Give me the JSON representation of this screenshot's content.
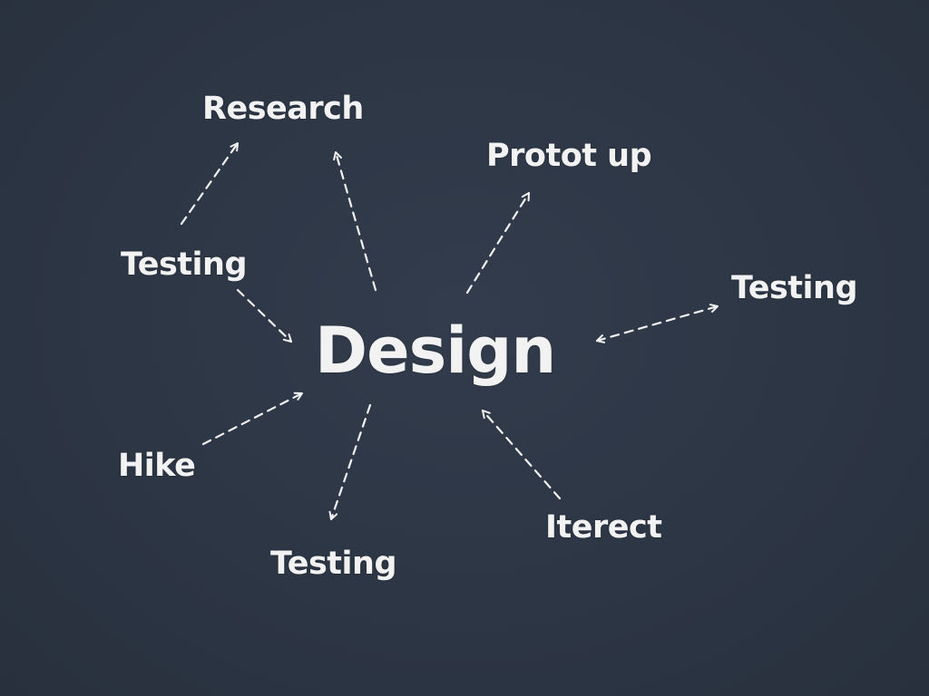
{
  "diagram": {
    "background": "#2d3645",
    "text_color": "#f2f2f2",
    "arrow_color": "#f2f2f2",
    "center": {
      "label": "Design"
    },
    "nodes": [
      {
        "id": "research",
        "label": "Research"
      },
      {
        "id": "prototype",
        "label": "Protot up"
      },
      {
        "id": "testing-left",
        "label": "Testing"
      },
      {
        "id": "testing-right",
        "label": "Testing"
      },
      {
        "id": "hike",
        "label": "Hike"
      },
      {
        "id": "testing-bottom",
        "label": "Testing"
      },
      {
        "id": "iterect",
        "label": "Iterect"
      }
    ],
    "edges": [
      {
        "from": "testing-left",
        "to": "research",
        "style": "dashed",
        "direction": "forward"
      },
      {
        "from": "design",
        "to": "research",
        "style": "dashed",
        "direction": "forward"
      },
      {
        "from": "design",
        "to": "prototype",
        "style": "dashed",
        "direction": "forward"
      },
      {
        "from": "testing-left",
        "to": "design",
        "style": "dashed",
        "direction": "forward"
      },
      {
        "from": "design",
        "to": "testing-right",
        "style": "dashed",
        "direction": "both"
      },
      {
        "from": "hike",
        "to": "design",
        "style": "dashed",
        "direction": "forward"
      },
      {
        "from": "design",
        "to": "testing-bottom",
        "style": "dashed",
        "direction": "forward"
      },
      {
        "from": "iterect",
        "to": "design",
        "style": "dashed",
        "direction": "forward"
      }
    ]
  }
}
